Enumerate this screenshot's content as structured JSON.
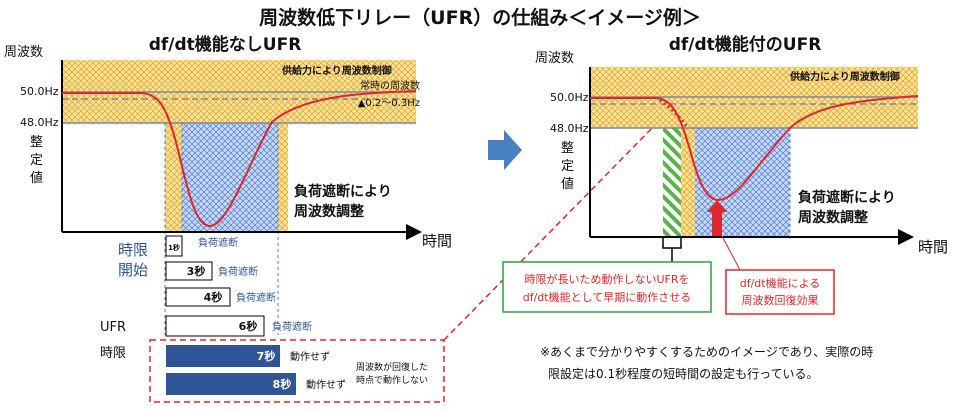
{
  "title": "周波数低下リレー（UFR）の仕組み＜イメージ例＞",
  "left": {
    "heading": "df/dt機能なしUFR",
    "yaxis_label": "周波数",
    "xaxis_label": "時間",
    "f50": "50.0Hz",
    "f48": "48.0Hz",
    "setting_chars": [
      "整",
      "定",
      "値"
    ],
    "band_label": "供給力により周波数制御",
    "normal_label": "常時の周波数",
    "normal_range": "▲0.2～0.3Hz",
    "recovery_label": [
      "負荷遮断により",
      "周波数調整"
    ],
    "time_limit_label_chars": [
      "時限",
      "開始"
    ],
    "ufr_label": "UFR",
    "jigen_label": "時限",
    "bars": [
      {
        "label": "1秒",
        "note": "負荷遮断",
        "filled": false
      },
      {
        "label": "3秒",
        "note": "負荷遮断",
        "filled": false
      },
      {
        "label": "4秒",
        "note": "負荷遮断",
        "filled": false
      },
      {
        "label": "6秒",
        "note": "負荷遮断",
        "filled": false
      },
      {
        "label": "7秒",
        "note": "動作せず",
        "filled": true
      },
      {
        "label": "8秒",
        "note": "動作せず",
        "filled": true
      }
    ],
    "no_action_note": [
      "周波数が回復した",
      "時点で動作しない"
    ]
  },
  "right": {
    "heading": "df/dt機能付のUFR",
    "yaxis_label": "周波数",
    "xaxis_label": "時間",
    "f50": "50.0Hz",
    "f48": "48.0Hz",
    "setting_chars": [
      "整",
      "定",
      "値"
    ],
    "band_label": "供給力により周波数制御",
    "recovery_label": [
      "負荷遮断により",
      "周波数調整"
    ],
    "green_note": [
      "時限が長いため動作しないUFRを",
      "df/dt機能として早期に動作させる"
    ],
    "red_note": [
      "df/dt機能による",
      "周波数回復効果"
    ]
  },
  "footnote": [
    "※あくまで分かりやすくするためのイメージであり、実際の時",
    "限設定は0.1秒程度の短時間の設定も行っている。"
  ],
  "colors": {
    "band": "#f5c342",
    "blue_hatch": "#4b7bd1",
    "curve": "#e0262b",
    "bar_blue": "#2f5597",
    "label_blue": "#2f5597",
    "green": "#2e9e3e",
    "arrow_blue": "#4a7fc1"
  }
}
